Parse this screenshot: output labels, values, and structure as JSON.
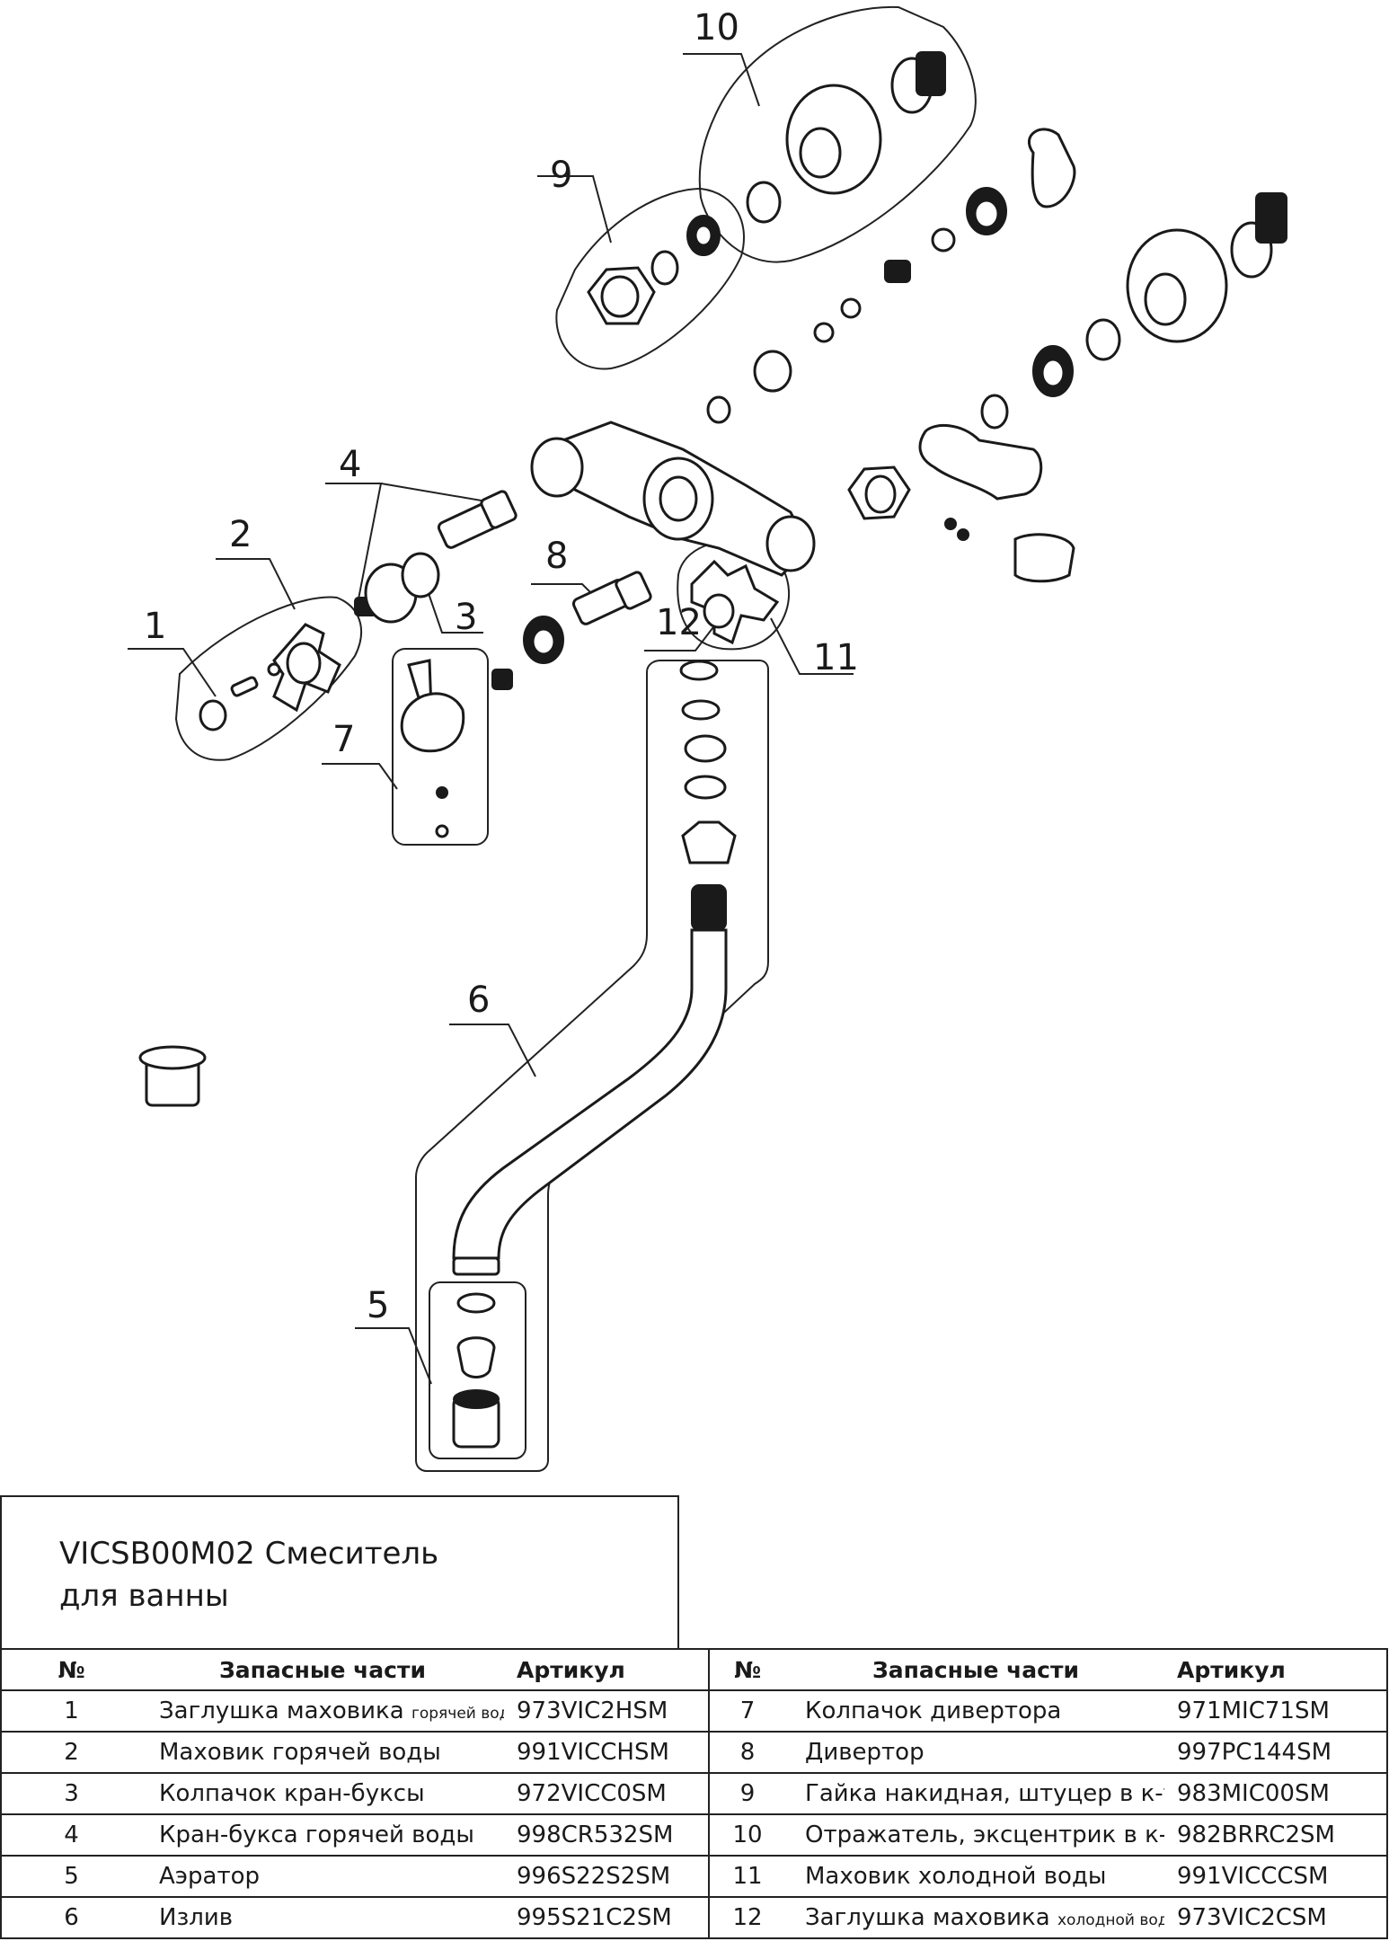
{
  "callouts": [
    "1",
    "2",
    "3",
    "4",
    "5",
    "6",
    "7",
    "8",
    "9",
    "10",
    "11",
    "12"
  ],
  "title": {
    "line1": "VICSB00M02 Смеситель",
    "line2": "для ванны"
  },
  "table": {
    "headers": {
      "no": "№",
      "name": "Запасные части",
      "article": "Артикул"
    },
    "left_rows": [
      {
        "no": "1",
        "name": "Заглушка маховика",
        "name_small": "горячей воды",
        "article": "973VIC2HSM"
      },
      {
        "no": "2",
        "name": "Маховик горячей воды",
        "name_small": "",
        "article": "991VICCHSM"
      },
      {
        "no": "3",
        "name": "Колпачок кран-буксы",
        "name_small": "",
        "article": "972VICC0SM"
      },
      {
        "no": "4",
        "name": "Кран-букса горячей воды",
        "name_small": "",
        "article": "998CR532SM"
      },
      {
        "no": "5",
        "name": "Аэратор",
        "name_small": "",
        "article": "996S22S2SM"
      },
      {
        "no": "6",
        "name": "Излив",
        "name_small": "",
        "article": "995S21C2SM"
      }
    ],
    "right_rows": [
      {
        "no": "7",
        "name": "Колпачок дивертора",
        "name_small": "",
        "article": "971MIC71SM"
      },
      {
        "no": "8",
        "name": "Дивертор",
        "name_small": "",
        "article": "997PC144SM"
      },
      {
        "no": "9",
        "name": "Гайка накидная, штуцер в к-те",
        "name_small": "",
        "article": "983MIC00SM"
      },
      {
        "no": "10",
        "name": "Отражатель, эксцентрик в к-те",
        "name_small": "",
        "article": "982BRRC2SM"
      },
      {
        "no": "11",
        "name": "Маховик холодной воды",
        "name_small": "",
        "article": "991VICCCSM"
      },
      {
        "no": "12",
        "name": "Заглушка маховика",
        "name_small": "холодной воды",
        "article": "973VIC2CSM"
      }
    ]
  }
}
